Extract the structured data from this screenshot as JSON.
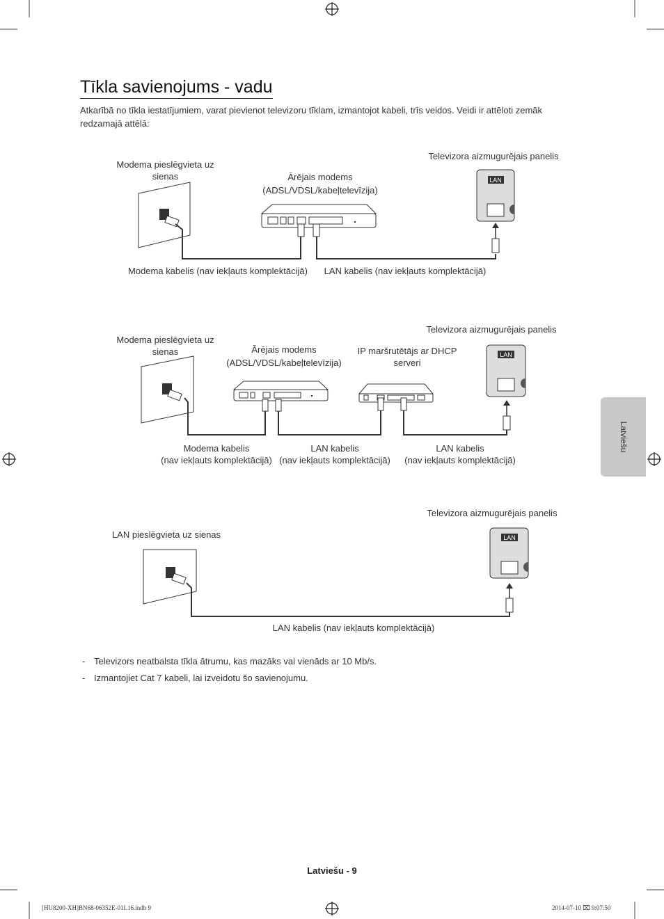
{
  "page": {
    "title": "Tīkla savienojums - vadu",
    "intro": "Atkarībā no tīkla iestatījumiem, varat pievienot televizoru tīklam, izmantojot kabeli, trīs veidos. Veidi ir attēloti zemāk redzamajā attēlā:",
    "side_tab": "Latviešu",
    "footer": "Latviešu - 9",
    "print_left": "[HU8200-XH]BN68-06352E-01L16.indb   9",
    "print_right": "2014-07-10   ⌧ 9:07:50"
  },
  "diagram1": {
    "wall_label": "Modema pieslēgvieta uz sienas",
    "modem_label_1": "Ārējais modems",
    "modem_label_2": "(ADSL/VDSL/kabeļtelevīzija)",
    "tv_label": "Televizora aizmugurējais panelis",
    "tv_port": "LAN",
    "cable_modem": "Modema kabelis (nav iekļauts komplektācijā)",
    "cable_lan": "LAN kabelis (nav iekļauts komplektācijā)"
  },
  "diagram2": {
    "wall_label": "Modema pieslēgvieta uz sienas",
    "modem_label_1": "Ārējais modems",
    "modem_label_2": "(ADSL/VDSL/kabeļtelevīzija)",
    "router_label": "IP maršrutētājs ar DHCP serveri",
    "tv_label": "Televizora aizmugurējais panelis",
    "tv_port": "LAN",
    "cable1_a": "Modema kabelis",
    "cable1_b": "(nav iekļauts komplektācijā)",
    "cable2_a": "LAN kabelis",
    "cable2_b": "(nav iekļauts komplektācijā)",
    "cable3_a": "LAN kabelis",
    "cable3_b": "(nav iekļauts komplektācijā)"
  },
  "diagram3": {
    "wall_label": "LAN pieslēgvieta uz sienas",
    "tv_label": "Televizora aizmugurējais panelis",
    "tv_port": "LAN",
    "cable": "LAN kabelis (nav iekļauts komplektācijā)"
  },
  "notes": [
    "Televizors neatbalsta tīkla ātrumu, kas mazāks vai vienāds ar 10 Mb/s.",
    "Izmantojiet Cat 7 kabeli, lai izveidotu šo savienojumu."
  ]
}
